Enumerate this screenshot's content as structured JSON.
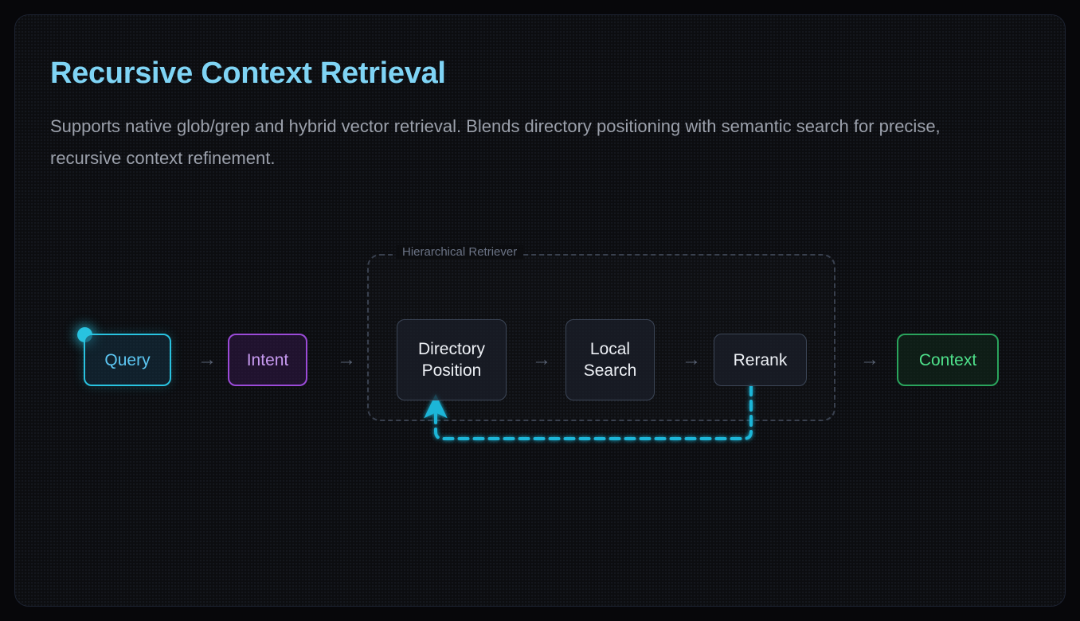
{
  "header": {
    "title": "Recursive Context Retrieval",
    "subtitle": "Supports native glob/grep and hybrid vector retrieval. Blends directory positioning with semantic search for precise, recursive context refinement."
  },
  "diagram": {
    "group": {
      "label": "Hierarchical Retriever"
    },
    "nodes": [
      {
        "id": "query",
        "label": "Query",
        "accent": "#29c3e0"
      },
      {
        "id": "intent",
        "label": "Intent",
        "accent": "#9b4bd8"
      },
      {
        "id": "dirpos",
        "label": "Directory\nPosition",
        "accent": "#3c4657"
      },
      {
        "id": "local",
        "label": "Local\nSearch",
        "accent": "#3c4657"
      },
      {
        "id": "rerank",
        "label": "Rerank",
        "accent": "#3c4657"
      },
      {
        "id": "context",
        "label": "Context",
        "accent": "#2aa45d"
      }
    ],
    "arrows": [
      {
        "id": "query-to-intent",
        "glyph": "→"
      },
      {
        "id": "intent-to-dirpos",
        "glyph": "→"
      },
      {
        "id": "dirpos-to-local",
        "glyph": "→"
      },
      {
        "id": "local-to-rerank",
        "glyph": "→"
      },
      {
        "id": "rerank-to-context",
        "glyph": "→"
      }
    ],
    "feedback": {
      "from": "rerank",
      "to": "dirpos",
      "color": "#1fb6d8",
      "style": "dashed"
    }
  },
  "colors": {
    "background": "#0c0d10",
    "panel_border": "#1c2230",
    "title": "#7fd4f5",
    "subtitle": "#9ba0ab",
    "cyan": "#29c3e0",
    "purple": "#9b4bd8",
    "green": "#2aa45d",
    "neutral": "#3c4657"
  }
}
